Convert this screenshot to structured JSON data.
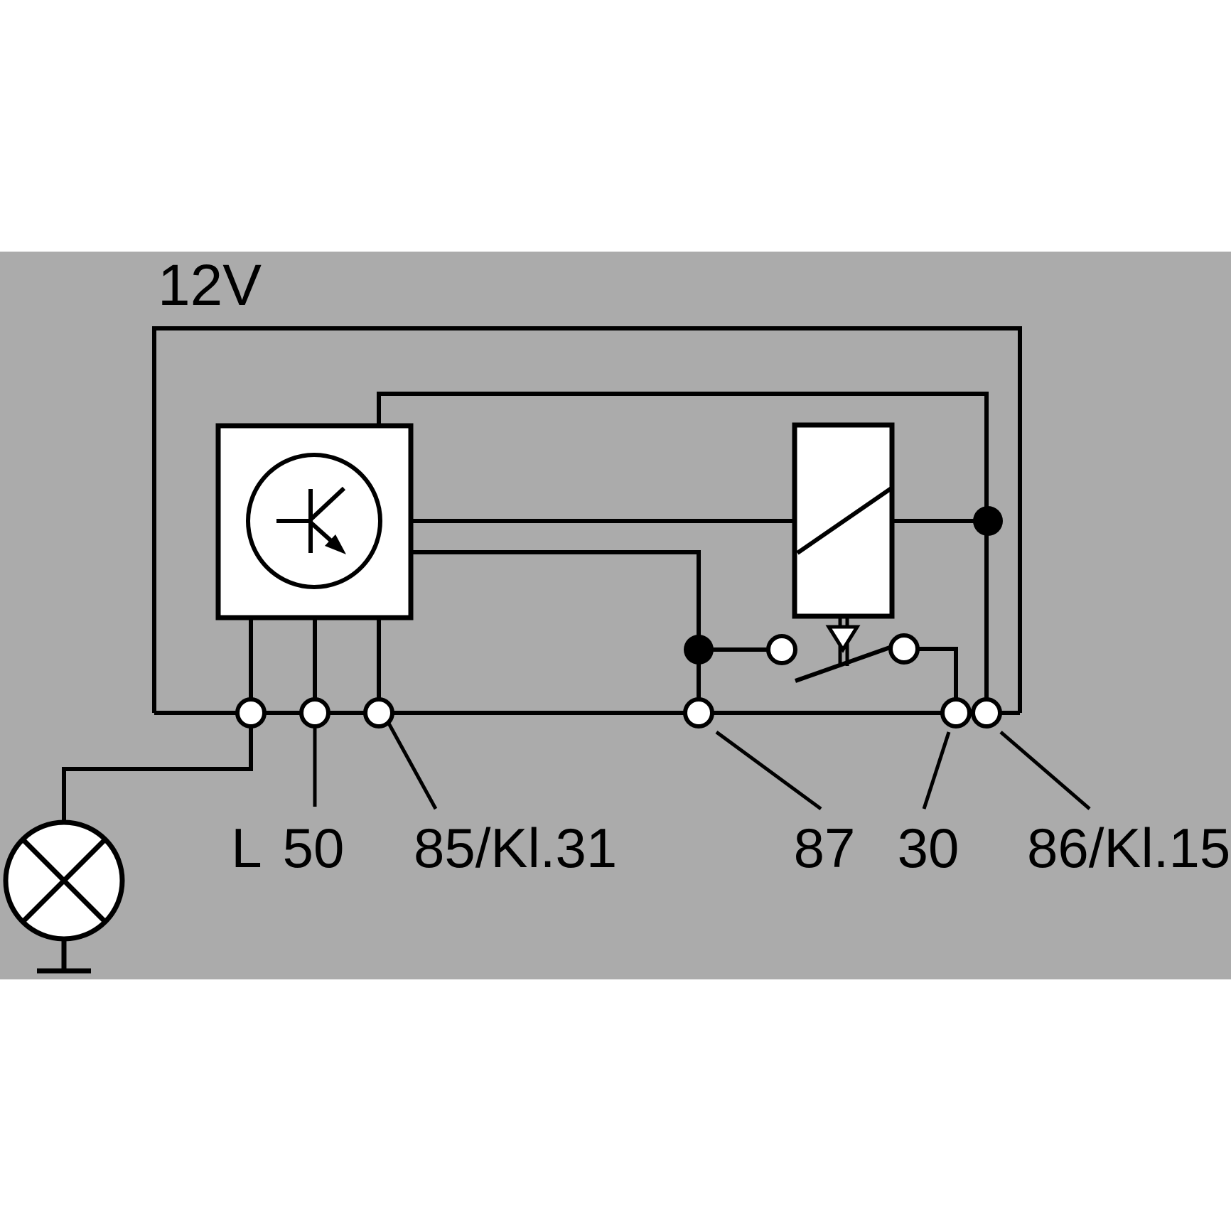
{
  "diagram": {
    "supply_label": "12V",
    "labels": {
      "lamp_terminal": "L",
      "terminal_50": "50",
      "terminal_85": "85/Kl.31",
      "terminal_87": "87",
      "terminal_30": "30",
      "terminal_86": "86/Kl.15"
    },
    "colors": {
      "page_background": "#ffffff",
      "diagram_background": "#ababab",
      "line": "#000000",
      "component_fill": "#ffffff"
    }
  }
}
